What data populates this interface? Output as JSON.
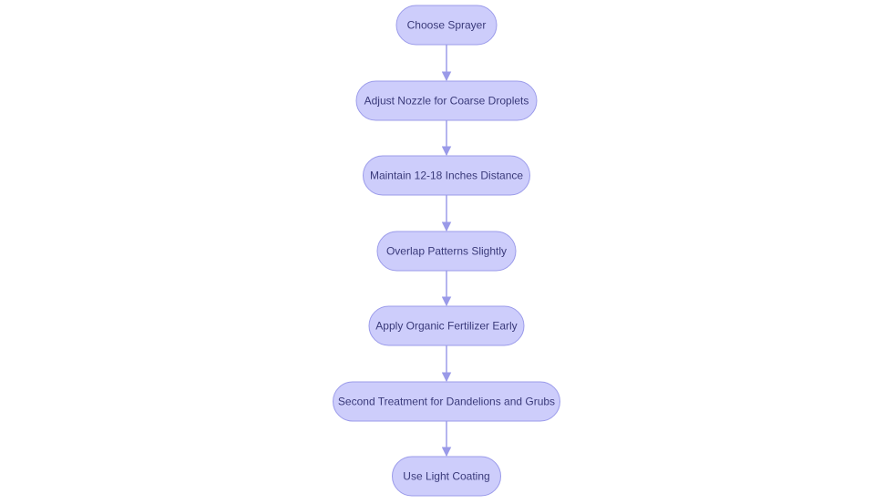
{
  "colors": {
    "node_fill": "#cdcdfb",
    "node_stroke": "#9b9bea",
    "edge": "#9a9ae8",
    "text": "#3a3a7a"
  },
  "diagram": {
    "type": "flowchart",
    "direction": "top-to-bottom",
    "nodes": [
      {
        "id": "choose-sprayer",
        "label": "Choose Sprayer"
      },
      {
        "id": "adjust-nozzle",
        "label": "Adjust Nozzle for Coarse Droplets"
      },
      {
        "id": "maintain-distance",
        "label": "Maintain 12-18 Inches Distance"
      },
      {
        "id": "overlap-patterns",
        "label": "Overlap Patterns Slightly"
      },
      {
        "id": "apply-fertilizer",
        "label": "Apply Organic Fertilizer Early"
      },
      {
        "id": "second-treatment",
        "label": "Second Treatment for Dandelions and Grubs"
      },
      {
        "id": "light-coating",
        "label": "Use Light Coating"
      }
    ],
    "edges": [
      {
        "from": "choose-sprayer",
        "to": "adjust-nozzle"
      },
      {
        "from": "adjust-nozzle",
        "to": "maintain-distance"
      },
      {
        "from": "maintain-distance",
        "to": "overlap-patterns"
      },
      {
        "from": "overlap-patterns",
        "to": "apply-fertilizer"
      },
      {
        "from": "apply-fertilizer",
        "to": "second-treatment"
      },
      {
        "from": "second-treatment",
        "to": "light-coating"
      }
    ]
  }
}
